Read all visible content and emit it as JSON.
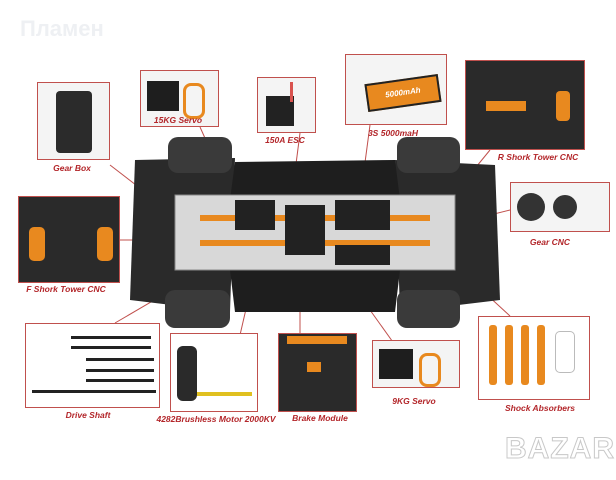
{
  "watermark": "Пламен",
  "logo": "BAZAR",
  "colors": {
    "callout_border": "#c0504d",
    "label": "#b3262a",
    "accent_orange": "#e8891f",
    "chassis": "#1c1c1c"
  },
  "callouts": {
    "gear_box": "Gear Box",
    "servo_15kg": "15KG Servo",
    "esc": "150A ESC",
    "battery": "3S 5000maH",
    "battery_print": "5000mAh",
    "r_shock_tower": "R Shork Tower CNC",
    "gear_cnc": "Gear CNC",
    "f_shock_tower": "F Shork Tower CNC",
    "drive_shaft": "Drive Shaft",
    "motor": "4282Brushless Motor 2000KV",
    "brake": "Brake Module",
    "servo_9kg": "9KG Servo",
    "shocks": "Shock Absorbers"
  }
}
